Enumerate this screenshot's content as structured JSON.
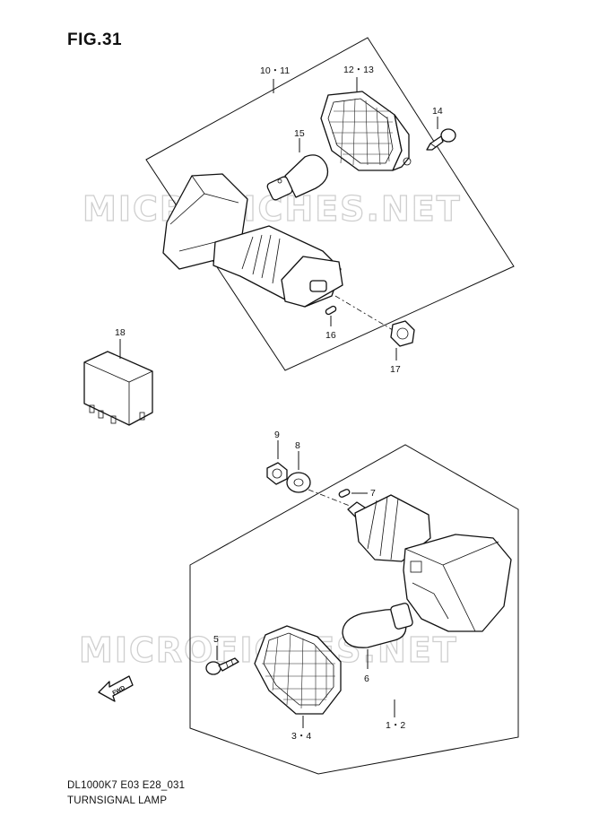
{
  "figure": {
    "title": "FIG.31",
    "model_code": "DL1000K7 E03 E28_031",
    "caption": "TURNSIGNAL LAMP",
    "watermark": "MICROFICHES.NET"
  },
  "callouts": {
    "c10_11": "10・11",
    "c12_13": "12・13",
    "c14": "14",
    "c15": "15",
    "c16": "16",
    "c17": "17",
    "c18": "18",
    "c9": "9",
    "c8": "8",
    "c7": "7",
    "c5": "5",
    "c6": "6",
    "c3_4": "3・4",
    "c1_2": "1・2"
  },
  "fwd_label": "FWD",
  "colors": {
    "line": "#111111",
    "watermark": "#cfcfcf",
    "background": "#ffffff"
  }
}
